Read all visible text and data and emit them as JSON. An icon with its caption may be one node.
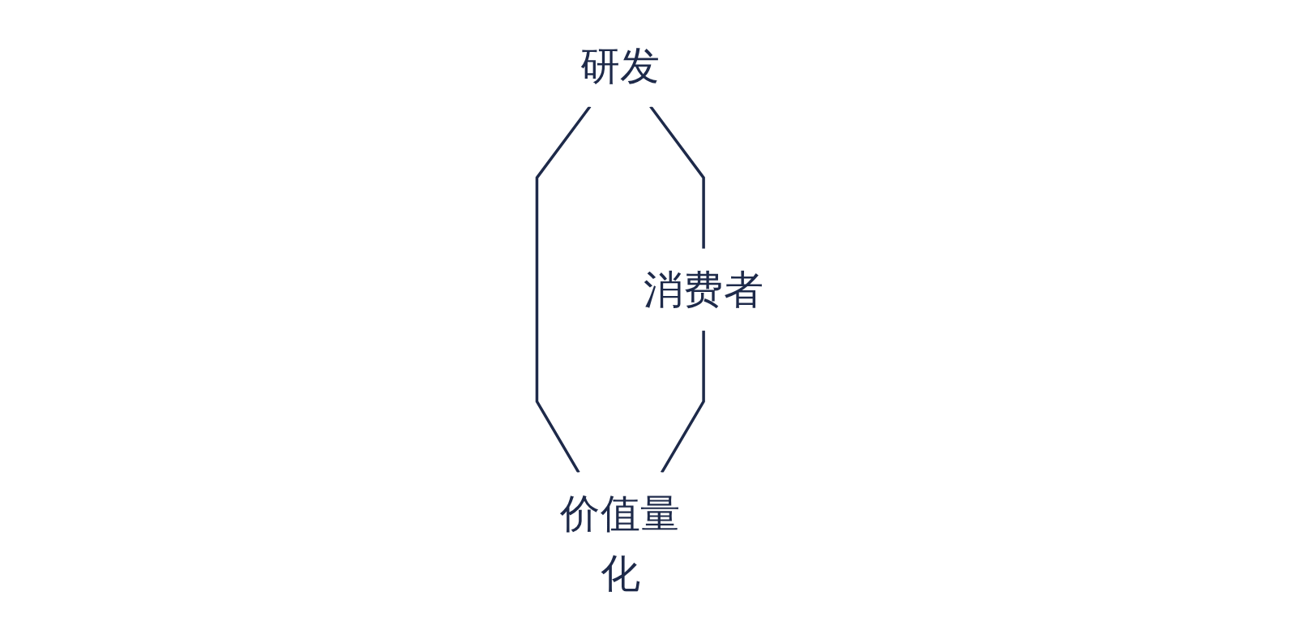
{
  "diagram": {
    "nodes": [
      {
        "text": [
          "研发"
        ]
      },
      {
        "text": [
          "消费者"
        ]
      },
      {
        "text": [
          "价值量化"
        ]
      }
    ],
    "edges": [
      {
        "from": 0,
        "to": 1,
        "arrow": "none"
      },
      {
        "from": 0,
        "to": 2,
        "arrow": "none"
      },
      {
        "from": 1,
        "to": 2,
        "arrow": "none"
      }
    ]
  }
}
